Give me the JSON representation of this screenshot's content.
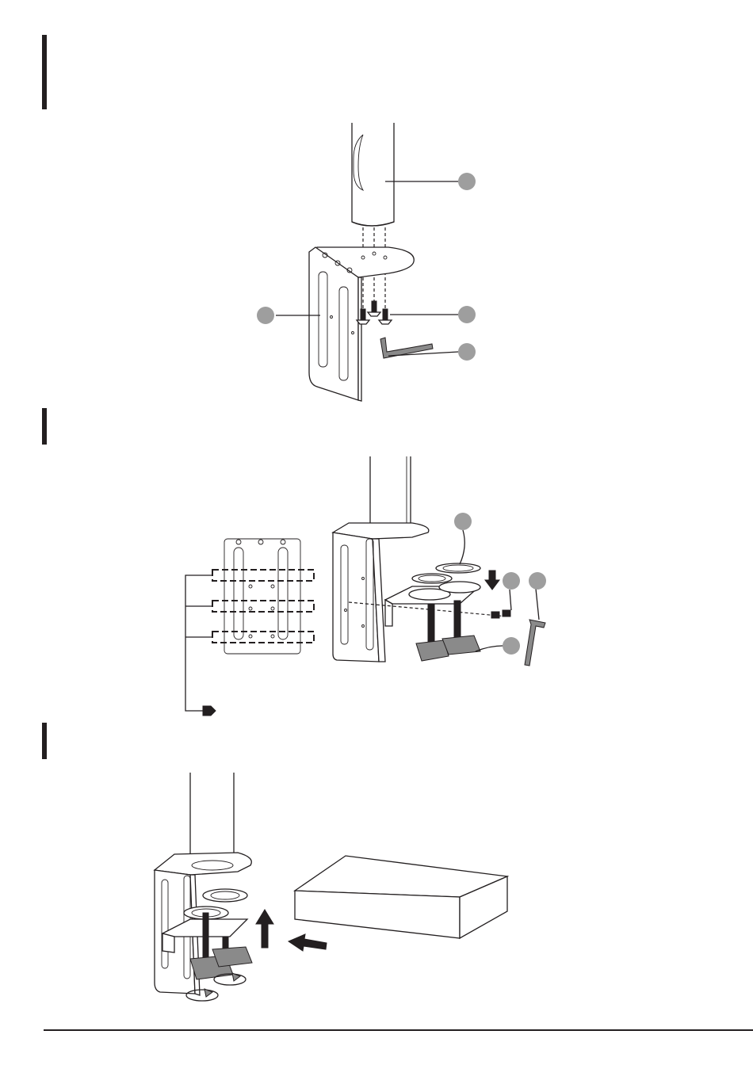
{
  "page": {
    "background": "#ffffff",
    "ink": "#231f20",
    "callout_color": "#9e9e9e"
  },
  "steps": [
    {
      "name": "step-1",
      "callouts": 4
    },
    {
      "name": "step-2",
      "callouts": 4,
      "height_positions": 3
    },
    {
      "name": "step-3",
      "callouts": 0
    }
  ]
}
